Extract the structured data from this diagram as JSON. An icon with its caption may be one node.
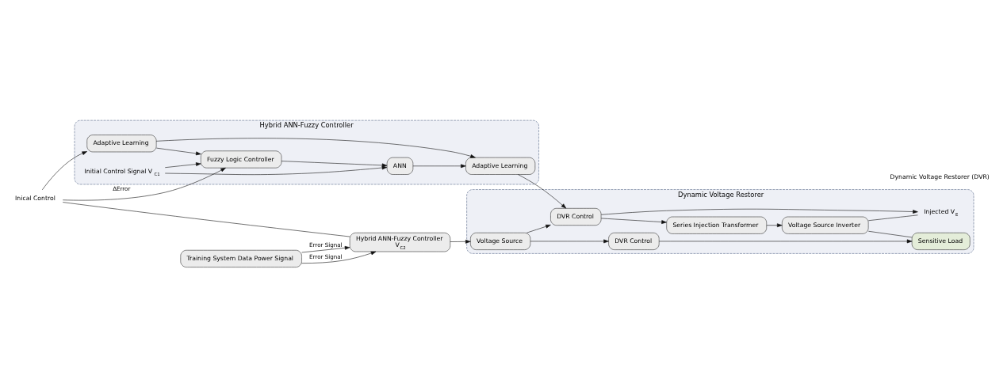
{
  "diagram": {
    "nodes": [
      {
        "text": [
          "Hybrid ANN-Fuzzy Controller"
        ]
      },
      {
        "text": [
          "Fuzzy Logic Controller"
        ],
        "in": 0
      },
      {
        "text": [
          "ANN"
        ],
        "in": 0
      },
      {
        "text": [
          "Adaptive Learning"
        ],
        "in": 0
      },
      {
        "text": [
          "Adaptive Learning"
        ],
        "in": 0
      },
      {
        "text": [
          "Initial Control Signal V$_{C1}$"
        ],
        "in": 0
      },
      {
        "text": [
          "Inical Control"
        ]
      },
      {
        "text": [
          "Hybrid ANN-Fuzzy Controller",
          "V$_{C2}$"
        ]
      },
      {
        "text": [
          "Training System Data Power Signal"
        ]
      },
      {
        "text": [
          "Dynamic Voltage Restorer"
        ],
        "beside": [
          "Dynamic Voltage Restorer (DVR)"
        ]
      },
      {
        "text": [
          "DVR Control"
        ],
        "in": 9
      },
      {
        "text": [
          "Series Injection Transformer"
        ],
        "in": 9
      },
      {
        "text": [
          "Voltage Source Inverter"
        ],
        "in": 9
      },
      {
        "text": [
          "Injected V$_{E}$"
        ],
        "in": 9
      },
      {
        "text": [
          "Voltage Source"
        ],
        "in": 9
      },
      {
        "text": [
          "DVR Control"
        ],
        "in": 9
      },
      {
        "text": [
          "Sensitive Load"
        ],
        "in": 9
      }
    ],
    "edges": [
      {
        "from": 1,
        "to": 2,
        "arrow": "to"
      },
      {
        "from": 3,
        "to": 1,
        "arrow": "to"
      },
      {
        "from": 6,
        "to": 3,
        "arrow": "to"
      },
      {
        "from": 6,
        "to": 1,
        "arrow": "to",
        "label": "ΔError"
      },
      {
        "from": 5,
        "to": 1,
        "arrow": "to"
      },
      {
        "from": 5,
        "to": 2,
        "arrow": "to"
      },
      {
        "from": 2,
        "to": 4,
        "arrow": "to"
      },
      {
        "from": 3,
        "to": 4,
        "arrow": "to"
      },
      {
        "from": 4,
        "to": 10,
        "arrow": "to"
      },
      {
        "from": 6,
        "to": 7,
        "arrow": "none"
      },
      {
        "from": 8,
        "to": 7,
        "arrow": "to",
        "label": "Error Signal"
      },
      {
        "from": 8,
        "to": 7,
        "arrow": "to",
        "label": "Error Signal"
      },
      {
        "from": 7,
        "to": 14,
        "arrow": "to"
      },
      {
        "from": 14,
        "to": 10,
        "arrow": "to"
      },
      {
        "from": 10,
        "to": 11,
        "arrow": "to"
      },
      {
        "from": 11,
        "to": 12,
        "arrow": "to"
      },
      {
        "from": 10,
        "to": 13,
        "arrow": "to"
      },
      {
        "from": 12,
        "to": 13,
        "arrow": "none"
      },
      {
        "from": 12,
        "to": 16,
        "arrow": "none"
      },
      {
        "from": 14,
        "to": 15,
        "arrow": "to"
      },
      {
        "from": 15,
        "to": 16,
        "arrow": "to"
      }
    ]
  }
}
